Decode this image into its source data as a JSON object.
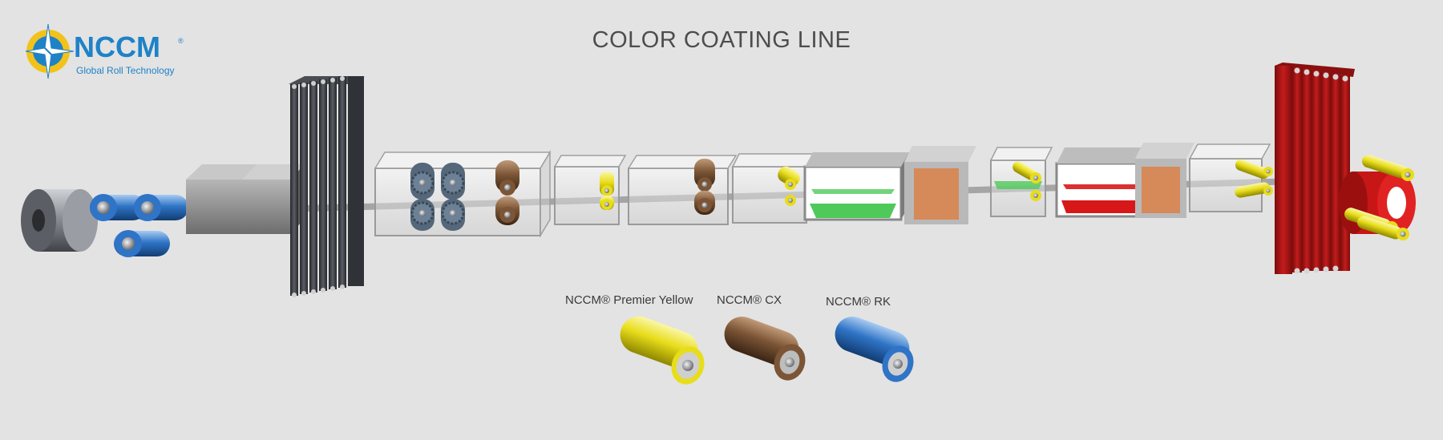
{
  "title": "COLOR COATING LINE",
  "logo": {
    "name": "NCCM",
    "registered": "®",
    "tagline": "Global Roll Technology",
    "color": "#1e82c7"
  },
  "legend": [
    {
      "label": "NCCM® Premier Yellow",
      "color": "#e8dd1a"
    },
    {
      "label": "NCCM® CX",
      "color": "#7b5535"
    },
    {
      "label": "NCCM® RK",
      "color": "#2f74c6"
    }
  ],
  "colors": {
    "background": "#e3e3e3",
    "strip": "#9a9a9a",
    "accumulator_entry": "#3a3d42",
    "accumulator_exit": "#b11a1a",
    "green_coat": "#4fc95a",
    "red_coat": "#d81818",
    "orange_coat": "#e07a3a"
  }
}
